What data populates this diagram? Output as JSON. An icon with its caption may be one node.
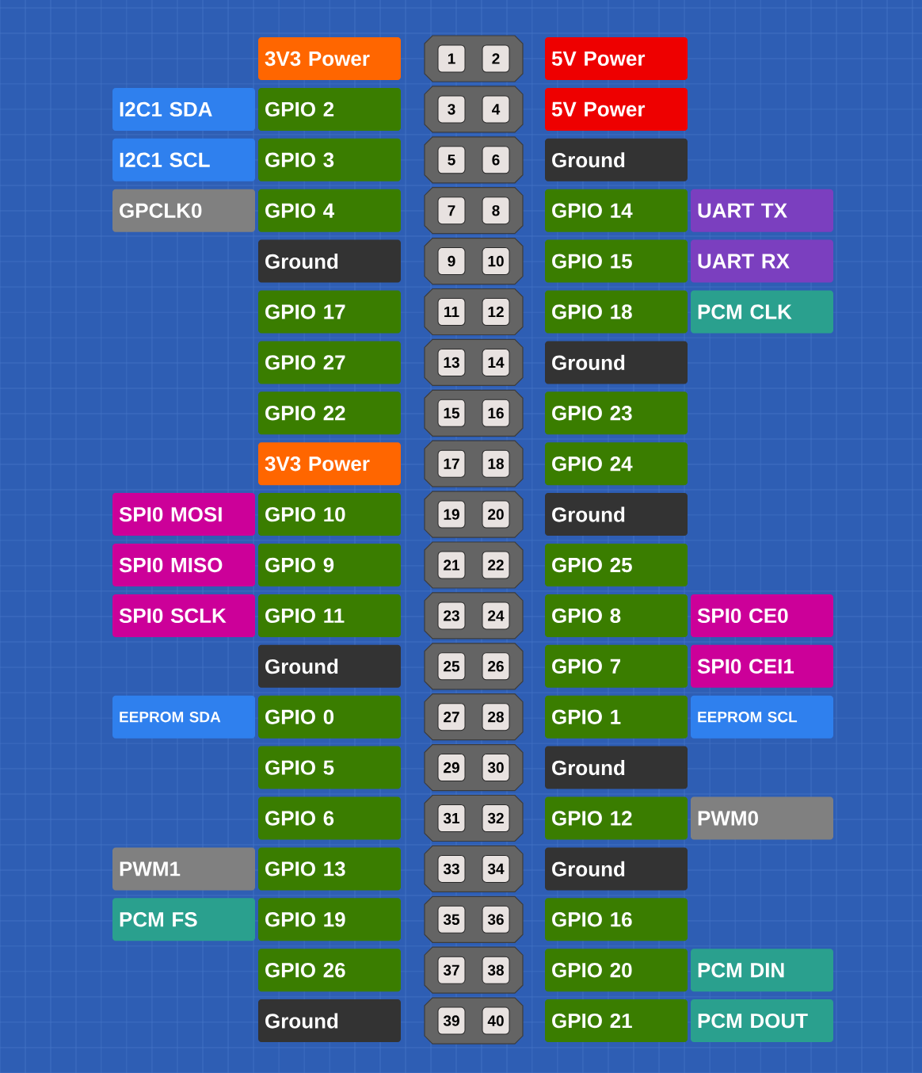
{
  "diagram": {
    "nodes": [
      {
        "text": [
          "3V3 Power"
        ]
      },
      {
        "text": [
          "1"
        ]
      },
      {
        "text": [
          "2"
        ]
      },
      {
        "text": [
          "5V Power"
        ]
      },
      {
        "text": [
          "I2C1 SDA"
        ]
      },
      {
        "text": [
          "GPIO 2"
        ]
      },
      {
        "text": [
          "3"
        ]
      },
      {
        "text": [
          "4"
        ]
      },
      {
        "text": [
          "5V Power"
        ]
      },
      {
        "text": [
          "I2C1 SCL"
        ]
      },
      {
        "text": [
          "GPIO 3"
        ]
      },
      {
        "text": [
          "5"
        ]
      },
      {
        "text": [
          "6"
        ]
      },
      {
        "text": [
          "Ground"
        ]
      },
      {
        "text": [
          "GPCLK0"
        ]
      },
      {
        "text": [
          "GPIO 4"
        ]
      },
      {
        "text": [
          "7"
        ]
      },
      {
        "text": [
          "8"
        ]
      },
      {
        "text": [
          "GPIO 14"
        ]
      },
      {
        "text": [
          "UART TX"
        ]
      },
      {
        "text": [
          "Ground"
        ]
      },
      {
        "text": [
          "9"
        ]
      },
      {
        "text": [
          "10"
        ]
      },
      {
        "text": [
          "GPIO 15"
        ]
      },
      {
        "text": [
          "UART RX"
        ]
      },
      {
        "text": [
          "GPIO 17"
        ]
      },
      {
        "text": [
          "11"
        ]
      },
      {
        "text": [
          "12"
        ]
      },
      {
        "text": [
          "GPIO 18"
        ]
      },
      {
        "text": [
          "PCM CLK"
        ]
      },
      {
        "text": [
          "GPIO 27"
        ]
      },
      {
        "text": [
          "13"
        ]
      },
      {
        "text": [
          "14"
        ]
      },
      {
        "text": [
          "Ground"
        ]
      },
      {
        "text": [
          "GPIO 22"
        ]
      },
      {
        "text": [
          "15"
        ]
      },
      {
        "text": [
          "16"
        ]
      },
      {
        "text": [
          "GPIO 23"
        ]
      },
      {
        "text": [
          "3V3 Power"
        ]
      },
      {
        "text": [
          "17"
        ]
      },
      {
        "text": [
          "18"
        ]
      },
      {
        "text": [
          "GPIO 24"
        ]
      },
      {
        "text": [
          "SPI0 MOSI"
        ]
      },
      {
        "text": [
          "GPIO 10"
        ]
      },
      {
        "text": [
          "19"
        ]
      },
      {
        "text": [
          "20"
        ]
      },
      {
        "text": [
          "Ground"
        ]
      },
      {
        "text": [
          "SPI0 MISO"
        ]
      },
      {
        "text": [
          "GPIO 9"
        ]
      },
      {
        "text": [
          "21"
        ]
      },
      {
        "text": [
          "22"
        ]
      },
      {
        "text": [
          "GPIO 25"
        ]
      },
      {
        "text": [
          "SPI0 SCLK"
        ]
      },
      {
        "text": [
          "GPIO 11"
        ]
      },
      {
        "text": [
          "23"
        ]
      },
      {
        "text": [
          "24"
        ]
      },
      {
        "text": [
          "GPIO 8"
        ]
      },
      {
        "text": [
          "SPI0 CE0"
        ]
      },
      {
        "text": [
          "Ground"
        ]
      },
      {
        "text": [
          "25"
        ]
      },
      {
        "text": [
          "26"
        ]
      },
      {
        "text": [
          "GPIO 7"
        ]
      },
      {
        "text": [
          "SPI0 CEI1"
        ]
      },
      {
        "text": [
          "EEPROM SDA"
        ]
      },
      {
        "text": [
          "GPIO 0"
        ]
      },
      {
        "text": [
          "27"
        ]
      },
      {
        "text": [
          "28"
        ]
      },
      {
        "text": [
          "GPIO 1"
        ]
      },
      {
        "text": [
          "EEPROM SCL"
        ]
      },
      {
        "text": [
          "GPIO 5"
        ]
      },
      {
        "text": [
          "29"
        ]
      },
      {
        "text": [
          "30"
        ]
      },
      {
        "text": [
          "Ground"
        ]
      },
      {
        "text": [
          "GPIO 6"
        ]
      },
      {
        "text": [
          "31"
        ]
      },
      {
        "text": [
          "32"
        ]
      },
      {
        "text": [
          "GPIO 12"
        ]
      },
      {
        "text": [
          "PWM0"
        ]
      },
      {
        "text": [
          "PWM1"
        ]
      },
      {
        "text": [
          "GPIO 13"
        ]
      },
      {
        "text": [
          "33"
        ]
      },
      {
        "text": [
          "34"
        ]
      },
      {
        "text": [
          "Ground"
        ]
      },
      {
        "text": [
          "PCM FS"
        ]
      },
      {
        "text": [
          "GPIO 19"
        ]
      },
      {
        "text": [
          "35"
        ]
      },
      {
        "text": [
          "36"
        ]
      },
      {
        "text": [
          "GPIO 16"
        ]
      },
      {
        "text": [
          "GPIO 26"
        ]
      },
      {
        "text": [
          "37"
        ]
      },
      {
        "text": [
          "38"
        ]
      },
      {
        "text": [
          "GPIO 20"
        ]
      },
      {
        "text": [
          "PCM DIN"
        ]
      },
      {
        "text": [
          "Ground"
        ]
      },
      {
        "text": [
          "39"
        ]
      },
      {
        "text": [
          "40"
        ]
      },
      {
        "text": [
          "GPIO 21"
        ]
      },
      {
        "text": [
          "PCM DOUT"
        ]
      }
    ]
  }
}
